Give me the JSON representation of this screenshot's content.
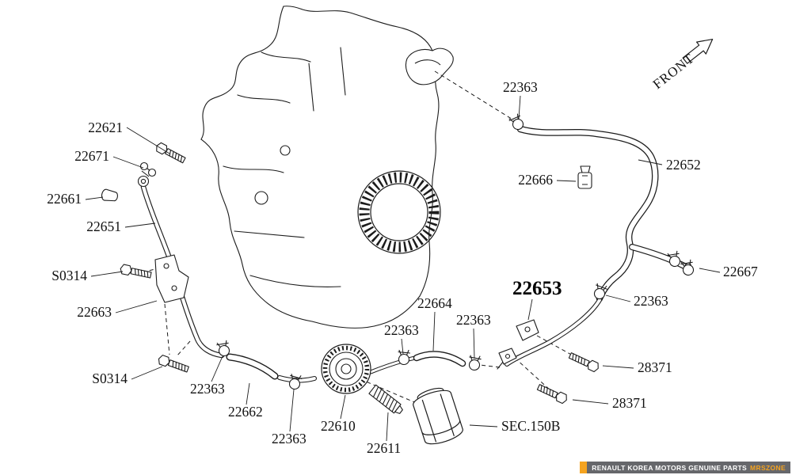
{
  "page": {
    "front_label": "FRONT"
  },
  "callouts": [
    {
      "label": "22621"
    },
    {
      "label": "22671"
    },
    {
      "label": "22661"
    },
    {
      "label": "22651"
    },
    {
      "label": "S0314"
    },
    {
      "label": "22663"
    },
    {
      "label": "S0314"
    },
    {
      "label": "22363"
    },
    {
      "label": "22662"
    },
    {
      "label": "22363"
    },
    {
      "label": "22610"
    },
    {
      "label": "22611"
    },
    {
      "label": "22363"
    },
    {
      "label": "22664"
    },
    {
      "label": "22363"
    },
    {
      "label": "22653",
      "emphasis": true
    },
    {
      "label": "22363"
    },
    {
      "label": "22363"
    },
    {
      "label": "22666"
    },
    {
      "label": "22652"
    },
    {
      "label": "22667"
    },
    {
      "label": "28371"
    },
    {
      "label": "28371"
    },
    {
      "label": "SEC.150B"
    }
  ],
  "watermark": {
    "text": "RENAULT KOREA MOTORS GENUINE PARTS",
    "brand": "MRSZONE",
    "accent_color": "#F5A31F",
    "bar_color": "#66676B"
  }
}
